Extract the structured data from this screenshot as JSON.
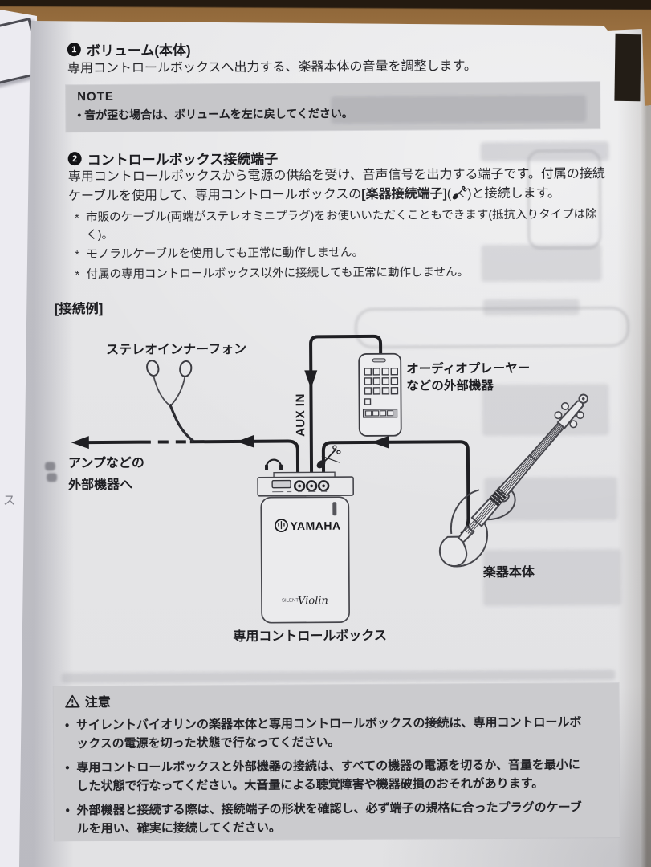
{
  "doc": {
    "section1": {
      "number": "1",
      "heading": "ボリューム(本体)",
      "body": "専用コントロールボックスへ出力する、楽器本体の音量を調整します。"
    },
    "note": {
      "title": "NOTE",
      "bullet": "•",
      "items": [
        "音が歪む場合は、ボリュームを左に戻してください。"
      ]
    },
    "section2": {
      "number": "2",
      "heading": "コントロールボックス接続端子",
      "body_a": "専用コントロールボックスから電源の供給を受け、音声信号を出力する端子です。付属の接続ケーブルを使用して、専用コントロールボックスの",
      "connector_label": "[楽器接続端子]",
      "paren_open": "(",
      "paren_close": ")",
      "body_b": "と接続します。",
      "asterisk": "*",
      "notes": [
        "市販のケーブル(両端がステレオミニプラグ)をお使いいただくこともできます(抵抗入りタイプは除く)。",
        "モノラルケーブルを使用しても正常に動作しません。",
        "付属の専用コントロールボックス以外に接続しても正常に動作しません。"
      ]
    },
    "diagram": {
      "title": "[接続例]",
      "labels": {
        "earphones": "ステレオインナーフォン",
        "player_line1": "オーディオプレーヤー",
        "player_line2": "などの外部機器",
        "aux_in": "AUX IN",
        "amp_line1": "アンプなどの",
        "amp_line2": "外部機器へ",
        "instrument": "楽器本体",
        "control_box": "専用コントロールボックス"
      },
      "device": {
        "brand": "YAMAHA",
        "series": "SILENT",
        "model": "Violin"
      }
    },
    "caution": {
      "title": "注意",
      "bullet": "•",
      "items": [
        "サイレントバイオリンの楽器本体と専用コントロールボックスの接続は、専用コントロールボックスの電源を切った状態で行なってください。",
        "専用コントロールボックスと外部機器の接続は、すべての機器の電源を切るか、音量を最小にした状態で行なってください。大音量による聴覚障害や機器破損のおそれがあります。",
        "外部機器と接続する際は、接続端子の形状を確認し、必ず端子の規格に合ったプラグのケーブルを用い、確実に接続してください。"
      ]
    },
    "left_page_fragment": "ス"
  },
  "colors": {
    "paper": "#e6e6e8",
    "note_bg": "#c6c6c9",
    "caution_bg": "#cbcbce",
    "ink": "#232327",
    "wood": "#a87c49",
    "tab": "#231d16"
  }
}
